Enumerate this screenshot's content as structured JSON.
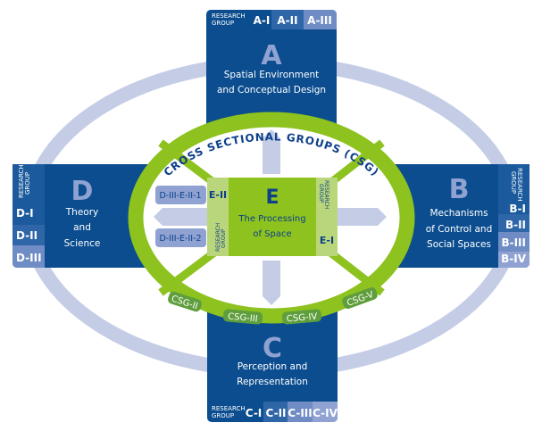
{
  "colors": {
    "dark_blue": "#0b4d8f",
    "mid_blue": "#2e66a8",
    "light_blue": "#6f8cc4",
    "pale_blue": "#c5cde6",
    "green": "#8dc21f",
    "light_green": "#b9d77a",
    "dark_green": "#5f9e3c",
    "text_blue": "#0d3f8a"
  },
  "research_group_label_1": "RESEARCH",
  "research_group_label_2": "GROUP",
  "csg_title": "CROSS SECTIONAL GROUPS (CSG)",
  "csg_labels": [
    "CSG-II",
    "CSG-III",
    "CSG-IV",
    "CSG-V"
  ],
  "A": {
    "letter": "A",
    "line1": "Spatial Environment",
    "line2": "and Conceptual Design",
    "groups": [
      "A-I",
      "A-II",
      "A-III"
    ]
  },
  "B": {
    "letter": "B",
    "line1": "Mechanisms",
    "line2": "of Control and",
    "line3": "Social Spaces",
    "groups": [
      "B-I",
      "B-II",
      "B-III",
      "B-IV"
    ]
  },
  "C": {
    "letter": "C",
    "line1": "Perception and",
    "line2": "Representation",
    "groups": [
      "C-I",
      "C-II",
      "C-III",
      "C-IV"
    ]
  },
  "D": {
    "letter": "D",
    "line1": "Theory",
    "line2": "and",
    "line3": "Science",
    "groups": [
      "D-I",
      "D-II",
      "D-III"
    ]
  },
  "E": {
    "letter": "E",
    "line1": "The Processing",
    "line2": "of Space",
    "groups": [
      "E-I",
      "E-II"
    ]
  },
  "links": [
    "D-III-E-II-1",
    "D-III-E-II-2"
  ]
}
